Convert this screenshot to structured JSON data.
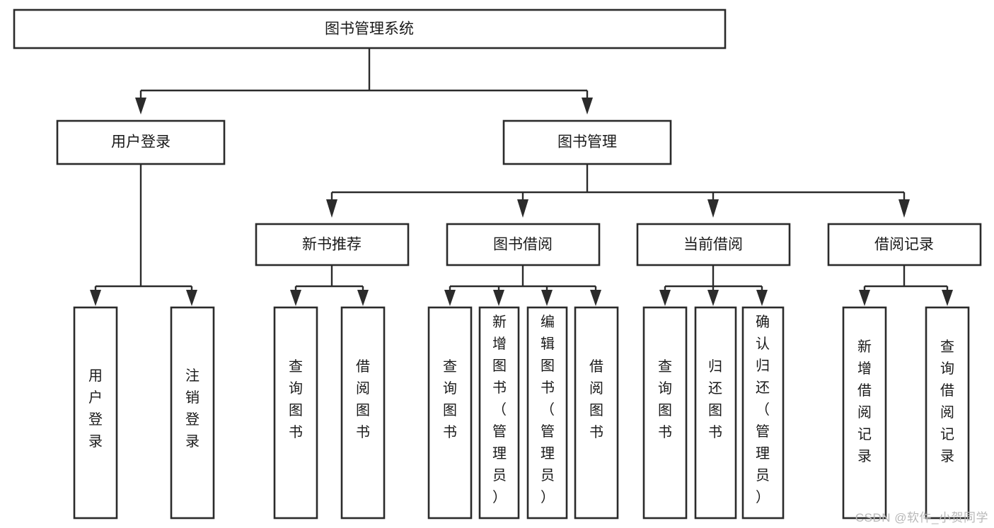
{
  "diagram": {
    "title": "图书管理系统",
    "type": "tree-hierarchy-diagram",
    "colors": {
      "box_stroke": "#2b2b2b",
      "box_fill": "#ffffff",
      "line": "#2b2b2b",
      "text": "#1a1a1a",
      "background": "#ffffff",
      "watermark": "#b8b8b8"
    },
    "root": {
      "id": "root",
      "label": "图书管理系统",
      "orientation": "horizontal"
    },
    "level2": [
      {
        "id": "user-login",
        "label": "用户登录",
        "orientation": "horizontal"
      },
      {
        "id": "book-management",
        "label": "图书管理",
        "orientation": "horizontal"
      }
    ],
    "level3": [
      {
        "id": "new-book-recommend",
        "label": "新书推荐",
        "parent": "book-management",
        "orientation": "horizontal"
      },
      {
        "id": "book-borrow",
        "label": "图书借阅",
        "parent": "book-management",
        "orientation": "horizontal"
      },
      {
        "id": "current-borrow",
        "label": "当前借阅",
        "parent": "book-management",
        "orientation": "horizontal"
      },
      {
        "id": "borrow-record",
        "label": "借阅记录",
        "parent": "book-management",
        "orientation": "horizontal"
      }
    ],
    "leaves": [
      {
        "id": "leaf-user-login",
        "label": "用户登录",
        "parent": "user-login",
        "orientation": "vertical",
        "align": "bottom"
      },
      {
        "id": "leaf-logout-login",
        "label": "注销登录",
        "parent": "user-login",
        "orientation": "vertical",
        "align": "bottom"
      },
      {
        "id": "leaf-query-book-1",
        "label": "查询图书",
        "parent": "new-book-recommend",
        "orientation": "vertical",
        "align": "middle"
      },
      {
        "id": "leaf-borrow-book-1",
        "label": "借阅图书",
        "parent": "new-book-recommend",
        "orientation": "vertical",
        "align": "middle"
      },
      {
        "id": "leaf-query-book-2",
        "label": "查询图书",
        "parent": "book-borrow",
        "orientation": "vertical",
        "align": "middle"
      },
      {
        "id": "leaf-add-book-admin",
        "label": "新增图书（管理员）",
        "parent": "book-borrow",
        "orientation": "vertical",
        "align": "top"
      },
      {
        "id": "leaf-edit-book-admin",
        "label": "编辑图书（管理员）",
        "parent": "book-borrow",
        "orientation": "vertical",
        "align": "top"
      },
      {
        "id": "leaf-borrow-book-2",
        "label": "借阅图书",
        "parent": "book-borrow",
        "orientation": "vertical",
        "align": "middle"
      },
      {
        "id": "leaf-query-book-3",
        "label": "查询图书",
        "parent": "current-borrow",
        "orientation": "vertical",
        "align": "middle"
      },
      {
        "id": "leaf-return-book",
        "label": "归还图书",
        "parent": "current-borrow",
        "orientation": "vertical",
        "align": "middle"
      },
      {
        "id": "leaf-confirm-return-admin",
        "label": "确认归还（管理员）",
        "parent": "current-borrow",
        "orientation": "vertical",
        "align": "top"
      },
      {
        "id": "leaf-add-borrow-record",
        "label": "新增借阅记录",
        "parent": "borrow-record",
        "orientation": "vertical",
        "align": "middle"
      },
      {
        "id": "leaf-query-borrow-record",
        "label": "查询借阅记录",
        "parent": "borrow-record",
        "orientation": "vertical",
        "align": "middle"
      }
    ],
    "watermark": "CSDN @软件_小贺同学"
  }
}
